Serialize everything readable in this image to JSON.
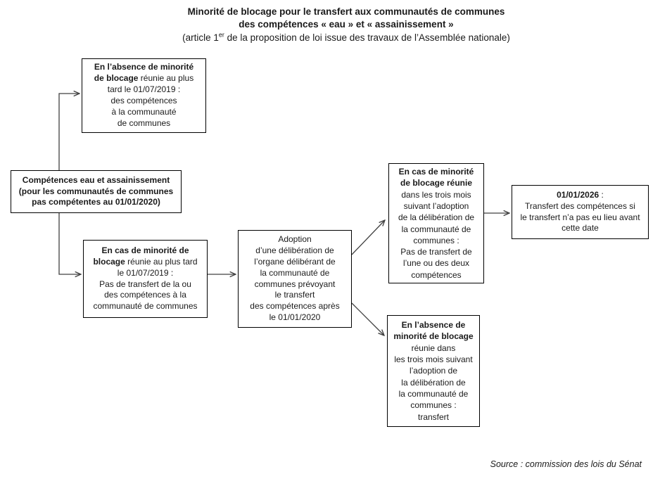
{
  "title": {
    "line1": "Minorité de blocage pour le transfert aux communautés de communes",
    "line2": "des compétences « eau » et « assainissement »",
    "subtitle": {
      "prefix": "(article 1",
      "sup": "er",
      "suffix": " de la proposition de loi issue des travaux de l’Assemblée nationale)"
    }
  },
  "source": "Source : commission  des lois du Sénat",
  "colors": {
    "connector_line": "#404040",
    "box_border": "#000000",
    "text": "#1a1a1a",
    "background": "#ffffff"
  },
  "boxes": {
    "absence_top": {
      "name": "no-blocking-minority-before-2019",
      "lines": [
        [
          {
            "t": "En l’absence de minorité",
            "b": true
          }
        ],
        [
          {
            "t": "de blocage",
            "b": true
          },
          {
            "t": " réunie au plus"
          }
        ],
        [
          {
            "t": "tard le 01/07/2019 :"
          }
        ],
        [
          {
            "t": "des compétences"
          }
        ],
        [
          {
            "t": "à la communauté"
          }
        ],
        [
          {
            "t": "de communes"
          }
        ]
      ]
    },
    "competences": {
      "name": "water-sanitation-competences",
      "lines": [
        [
          {
            "t": "Compétences eau et assainissement",
            "b": true
          }
        ],
        [
          {
            "t": "(pour les communautés de communes",
            "b": true
          }
        ],
        [
          {
            "t": "pas compétentes au 01/01/2020)",
            "b": true
          }
        ]
      ]
    },
    "cas_minorite": {
      "name": "blocking-minority-before-2019",
      "lines": [
        [
          {
            "t": "En cas de minorité de",
            "b": true
          }
        ],
        [
          {
            "t": "blocage",
            "b": true
          },
          {
            "t": "  réunie au plus tard"
          }
        ],
        [
          {
            "t": "le 01/07/2019 :"
          }
        ],
        [
          {
            "t": "Pas de transfert de la ou"
          }
        ],
        [
          {
            "t": "des compétences à la"
          }
        ],
        [
          {
            "t": "communauté de communes"
          }
        ]
      ]
    },
    "adoption": {
      "name": "deliberation-adoption",
      "lines": [
        [
          {
            "t": "Adoption"
          }
        ],
        [
          {
            "t": "d’une délibération de"
          }
        ],
        [
          {
            "t": "l’organe délibérant de"
          }
        ],
        [
          {
            "t": "la communauté de"
          }
        ],
        [
          {
            "t": "communes prévoyant"
          }
        ],
        [
          {
            "t": "le transfert"
          }
        ],
        [
          {
            "t": "des compétences après"
          }
        ],
        [
          {
            "t": "le 01/01/2020"
          }
        ]
      ]
    },
    "cas_reunie": {
      "name": "blocking-minority-within-three-months",
      "lines": [
        [
          {
            "t": "En cas de minorité",
            "b": true
          }
        ],
        [
          {
            "t": "de blocage réunie",
            "b": true
          }
        ],
        [
          {
            "t": "dans les trois mois"
          }
        ],
        [
          {
            "t": "suivant l’adoption"
          }
        ],
        [
          {
            "t": "de la délibération de"
          }
        ],
        [
          {
            "t": "la communauté de"
          }
        ],
        [
          {
            "t": "communes :"
          }
        ],
        [
          {
            "t": "Pas de transfert de"
          }
        ],
        [
          {
            "t": "l’une ou des deux"
          }
        ],
        [
          {
            "t": "compétences"
          }
        ]
      ]
    },
    "date_2026": {
      "name": "transfer-deadline-2026",
      "lines": [
        [
          {
            "t": "01/01/2026",
            "b": true
          },
          {
            "t": " :"
          }
        ],
        [
          {
            "t": "Transfert des compétences  si"
          }
        ],
        [
          {
            "t": "le transfert n’a pas eu lieu avant"
          }
        ],
        [
          {
            "t": "cette  date"
          }
        ]
      ]
    },
    "absence_bottom": {
      "name": "no-blocking-minority-within-three-months",
      "lines": [
        [
          {
            "t": "En l’absence de",
            "b": true
          }
        ],
        [
          {
            "t": "minorité de blocage",
            "b": true
          }
        ],
        [
          {
            "t": "réunie dans"
          }
        ],
        [
          {
            "t": "les trois mois suivant"
          }
        ],
        [
          {
            "t": "l’adoption de"
          }
        ],
        [
          {
            "t": "la délibération de"
          }
        ],
        [
          {
            "t": "la communauté de"
          }
        ],
        [
          {
            "t": "communes :"
          }
        ],
        [
          {
            "t": "transfert"
          }
        ]
      ]
    }
  }
}
